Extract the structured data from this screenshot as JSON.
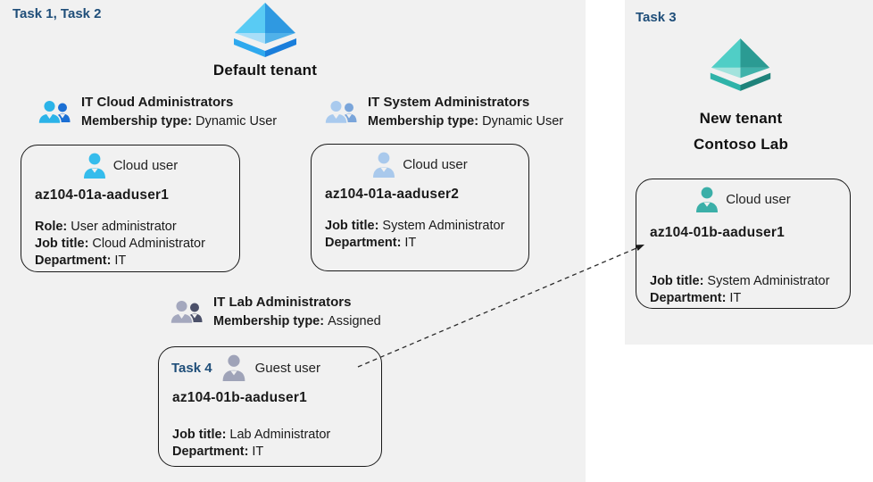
{
  "colors": {
    "panel_background": "#f1f1f1",
    "task_label_blue": "#1f4e79",
    "card_border": "#1a1a1a",
    "azure_ad_blue": "#2f99e1",
    "azure_ad_teal": "#2b9b93",
    "cloud_user_cyan": "#35bcec",
    "cloud_user_pale_blue": "#a9c9ec",
    "guest_user_gray": "#9fa3b8",
    "cloud_user_teal": "#3bafa8"
  },
  "left_panel": {
    "task_label": "Task 1, Task 2",
    "tenant_icon": "azure-ad-icon-blue",
    "tenant_name": "Default tenant",
    "groups": [
      {
        "icon": "group-icon-blue",
        "title": "IT Cloud Administrators",
        "membership_label": "Membership type:",
        "membership_value": "Dynamic User"
      },
      {
        "icon": "group-icon-pale-blue",
        "title": "IT System Administrators",
        "membership_label": "Membership type:",
        "membership_value": "Dynamic User"
      },
      {
        "icon": "group-icon-gray",
        "title": "IT Lab Administrators",
        "membership_label": "Membership type:",
        "membership_value": "Assigned"
      }
    ],
    "cards": [
      {
        "icon": "cloud-user-icon-cyan",
        "user_type": "Cloud user",
        "name": "az104-01a-aaduser1",
        "fields": [
          {
            "label": "Role:",
            "value": "User administrator"
          },
          {
            "label": "Job title:",
            "value": "Cloud Administrator"
          },
          {
            "label": "Department:",
            "value": "IT"
          }
        ]
      },
      {
        "icon": "cloud-user-icon-pale-blue",
        "user_type": "Cloud user",
        "name": "az104-01a-aaduser2",
        "fields": [
          {
            "label": "Job title:",
            "value": "System Administrator"
          },
          {
            "label": "Department:",
            "value": "IT"
          }
        ]
      },
      {
        "task_label": "Task 4",
        "icon": "guest-user-icon-gray",
        "user_type": "Guest user",
        "name": "az104-01b-aaduser1",
        "fields": [
          {
            "label": "Job title:",
            "value": "Lab Administrator"
          },
          {
            "label": "Department:",
            "value": "IT"
          }
        ]
      }
    ]
  },
  "right_panel": {
    "task_label": "Task 3",
    "tenant_icon": "azure-ad-icon-teal",
    "tenant_name_line1": "New tenant",
    "tenant_name_line2": "Contoso Lab",
    "card": {
      "icon": "cloud-user-icon-teal",
      "user_type": "Cloud user",
      "name": "az104-01b-aaduser1",
      "fields": [
        {
          "label": "Job title:",
          "value": "System Administrator"
        },
        {
          "label": "Department:",
          "value": "IT"
        }
      ]
    }
  }
}
